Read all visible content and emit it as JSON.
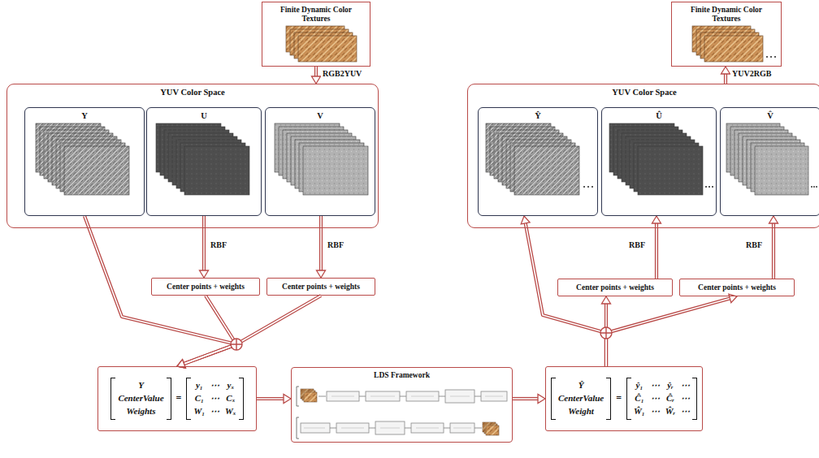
{
  "diagram": {
    "nodes": [
      {
        "text": [
          "Finite Dynamic Color Textures"
        ]
      },
      {
        "text": [
          "YUV Color Space"
        ]
      },
      {
        "text": [
          "Y"
        ],
        "in": 1
      },
      {
        "text": [
          "U"
        ],
        "in": 1
      },
      {
        "text": [
          "V"
        ],
        "in": 1
      },
      {
        "text": [
          "Center points + weights"
        ]
      },
      {
        "text": [
          "Center points + weights"
        ]
      },
      {
        "text": [
          "Y",
          "CenterValue",
          "Weights",
          "=",
          "y₁",
          "⋯",
          "yₓ",
          "C₁",
          "⋯",
          "Cₓ",
          "W₁",
          "⋯",
          "Wₓ"
        ]
      },
      {
        "text": [
          "LDS Framework"
        ]
      },
      {
        "text": [
          "Ŷ",
          "CenterValue",
          "Weight",
          "=",
          "ŷ₁",
          "⋯",
          "ŷᵣ",
          "⋯",
          "Ĉ₁",
          "⋯",
          "Ĉᵣ",
          "⋯",
          "Ŵ₁",
          "⋯",
          "Ŵᵣ",
          "⋯"
        ]
      },
      {
        "text": [
          "Center points + weights"
        ]
      },
      {
        "text": [
          "Center points + weights"
        ]
      },
      {
        "text": [
          "YUV Color Space"
        ]
      },
      {
        "text": [
          "Ŷ"
        ],
        "in": 12
      },
      {
        "text": [
          "Û"
        ],
        "in": 12
      },
      {
        "text": [
          "V̂"
        ],
        "in": 12
      },
      {
        "text": [
          "Finite Dynamic Color Textures"
        ]
      }
    ],
    "edges": [
      {
        "from": 0,
        "to": 1,
        "label": "RGB2YUV",
        "arrow": "to"
      },
      {
        "from": 3,
        "to": 5,
        "label": "RBF",
        "arrow": "to"
      },
      {
        "from": 4,
        "to": 6,
        "label": "RBF",
        "arrow": "to"
      },
      {
        "from": 2,
        "to": 7,
        "arrow": "to"
      },
      {
        "from": 5,
        "to": 7,
        "arrow": "to"
      },
      {
        "from": 6,
        "to": 7,
        "arrow": "to"
      },
      {
        "from": 7,
        "to": 8,
        "arrow": "to"
      },
      {
        "from": 8,
        "to": 9,
        "arrow": "to"
      },
      {
        "from": 9,
        "to": 13,
        "arrow": "to"
      },
      {
        "from": 9,
        "to": 10,
        "arrow": "to"
      },
      {
        "from": 9,
        "to": 11,
        "arrow": "to"
      },
      {
        "from": 10,
        "to": 14,
        "label": "RBF",
        "arrow": "to"
      },
      {
        "from": 11,
        "to": 15,
        "label": "RBF",
        "arrow": "to"
      },
      {
        "from": 12,
        "to": 16,
        "label": "YUV2RGB",
        "arrow": "to"
      }
    ]
  }
}
